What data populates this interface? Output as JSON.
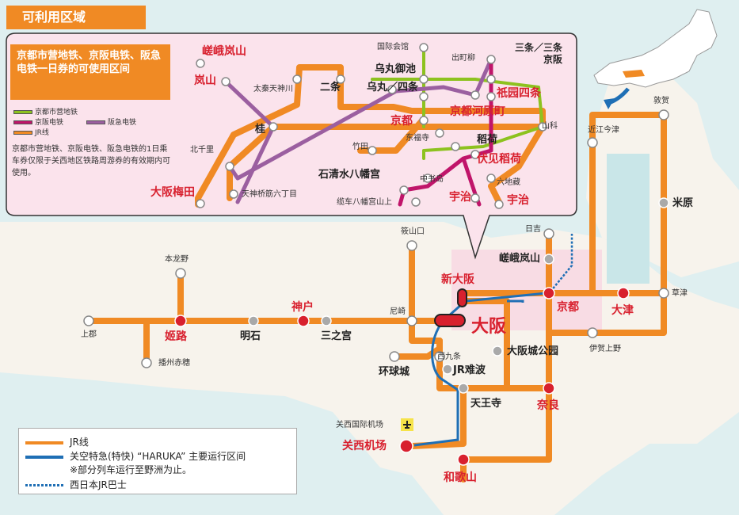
{
  "title": "可利用区域",
  "ticket_title": "京都市营地铁、京阪电铁、阪急电铁一日券的可使用区间",
  "inset_legend": [
    {
      "label": "京都市营地铁",
      "color": "#8dc21f"
    },
    {
      "label": "京阪电铁",
      "color": "#c0156a"
    },
    {
      "label": "阪急电铁",
      "color": "#9b5fa0"
    },
    {
      "label": "JR线",
      "color": "#f08a24"
    }
  ],
  "note": "京都市营地铁、京阪电铁、阪急电铁的1日乘车券仅限于关西地区铁路周游券的有效期内可使用。",
  "main_legend": {
    "jr": "JR线",
    "haruka_1": "关空特急(特快) “HARUKA” 主要运行区间",
    "haruka_2": "※部分列车运行至野洲为止。",
    "bus": "西日本JR巴士"
  },
  "colors": {
    "jr": "#f08a24",
    "haruka": "#1f6fb5",
    "subway": "#8dc21f",
    "keihan": "#c0156a",
    "hankyu": "#9b5fa0",
    "station_red": "#d8202e",
    "station_gray": "#a9a9a9"
  },
  "inset_stations": {
    "sagano": "嵯峨岚山",
    "arashiyama": "岚山",
    "uzumasa": "太秦天神川",
    "katsura": "桂",
    "kitasenri": "北千里",
    "osaka_umeda": "大阪梅田",
    "tenjinbashi": "天神桥筋六丁目",
    "kokusai": "国际会馆",
    "karasuma_oike": "乌丸御池",
    "nijo": "二条",
    "shijo": "乌丸／四条",
    "kyoto": "京都",
    "takeda": "竹田",
    "demachi": "出町柳",
    "sanjo": "三条／三条京阪",
    "gion": "祇园四条",
    "kawaramachi": "京都河原町",
    "tofukuji": "东福寺",
    "inari": "稻荷",
    "fushimi_inari": "伏见稻荷",
    "yamashina": "山科",
    "rokujizo": "六地藏",
    "chushojima": "中书岛",
    "iwashimizu": "石清水八幡宫",
    "kuzuha": "缆车八幡宫山上",
    "uji_keihan": "宇治",
    "uji_jr": "宇治"
  },
  "main_stations": {
    "sasayamaguchi": "筱山口",
    "hiyoshi": "日吉",
    "tsuruga": "敦贺",
    "omiimazu": "近江今津",
    "maibara": "米原",
    "kusatsu": "草津",
    "otsu": "大津",
    "kyoto": "京都",
    "saga": "嵯峨岚山",
    "shin_osaka": "新大阪",
    "osaka": "大阪",
    "amagasaki": "尼崎",
    "kobe": "神户",
    "sannomiya": "三之宫",
    "akashi": "明石",
    "himeji": "姬路",
    "kamigori": "上郡",
    "hontatsuno": "本龙野",
    "banshu_ako": "播州赤穗",
    "universal": "环球城",
    "nishikujo": "西九条",
    "jr_namba": "JR难波",
    "osakajokoen": "大阪城公园",
    "iga_ueno": "伊贺上野",
    "tennoji": "天王寺",
    "nara": "奈良",
    "kix_label": "关西国际机场",
    "kix": "关西机场",
    "wakayama": "和歌山"
  }
}
